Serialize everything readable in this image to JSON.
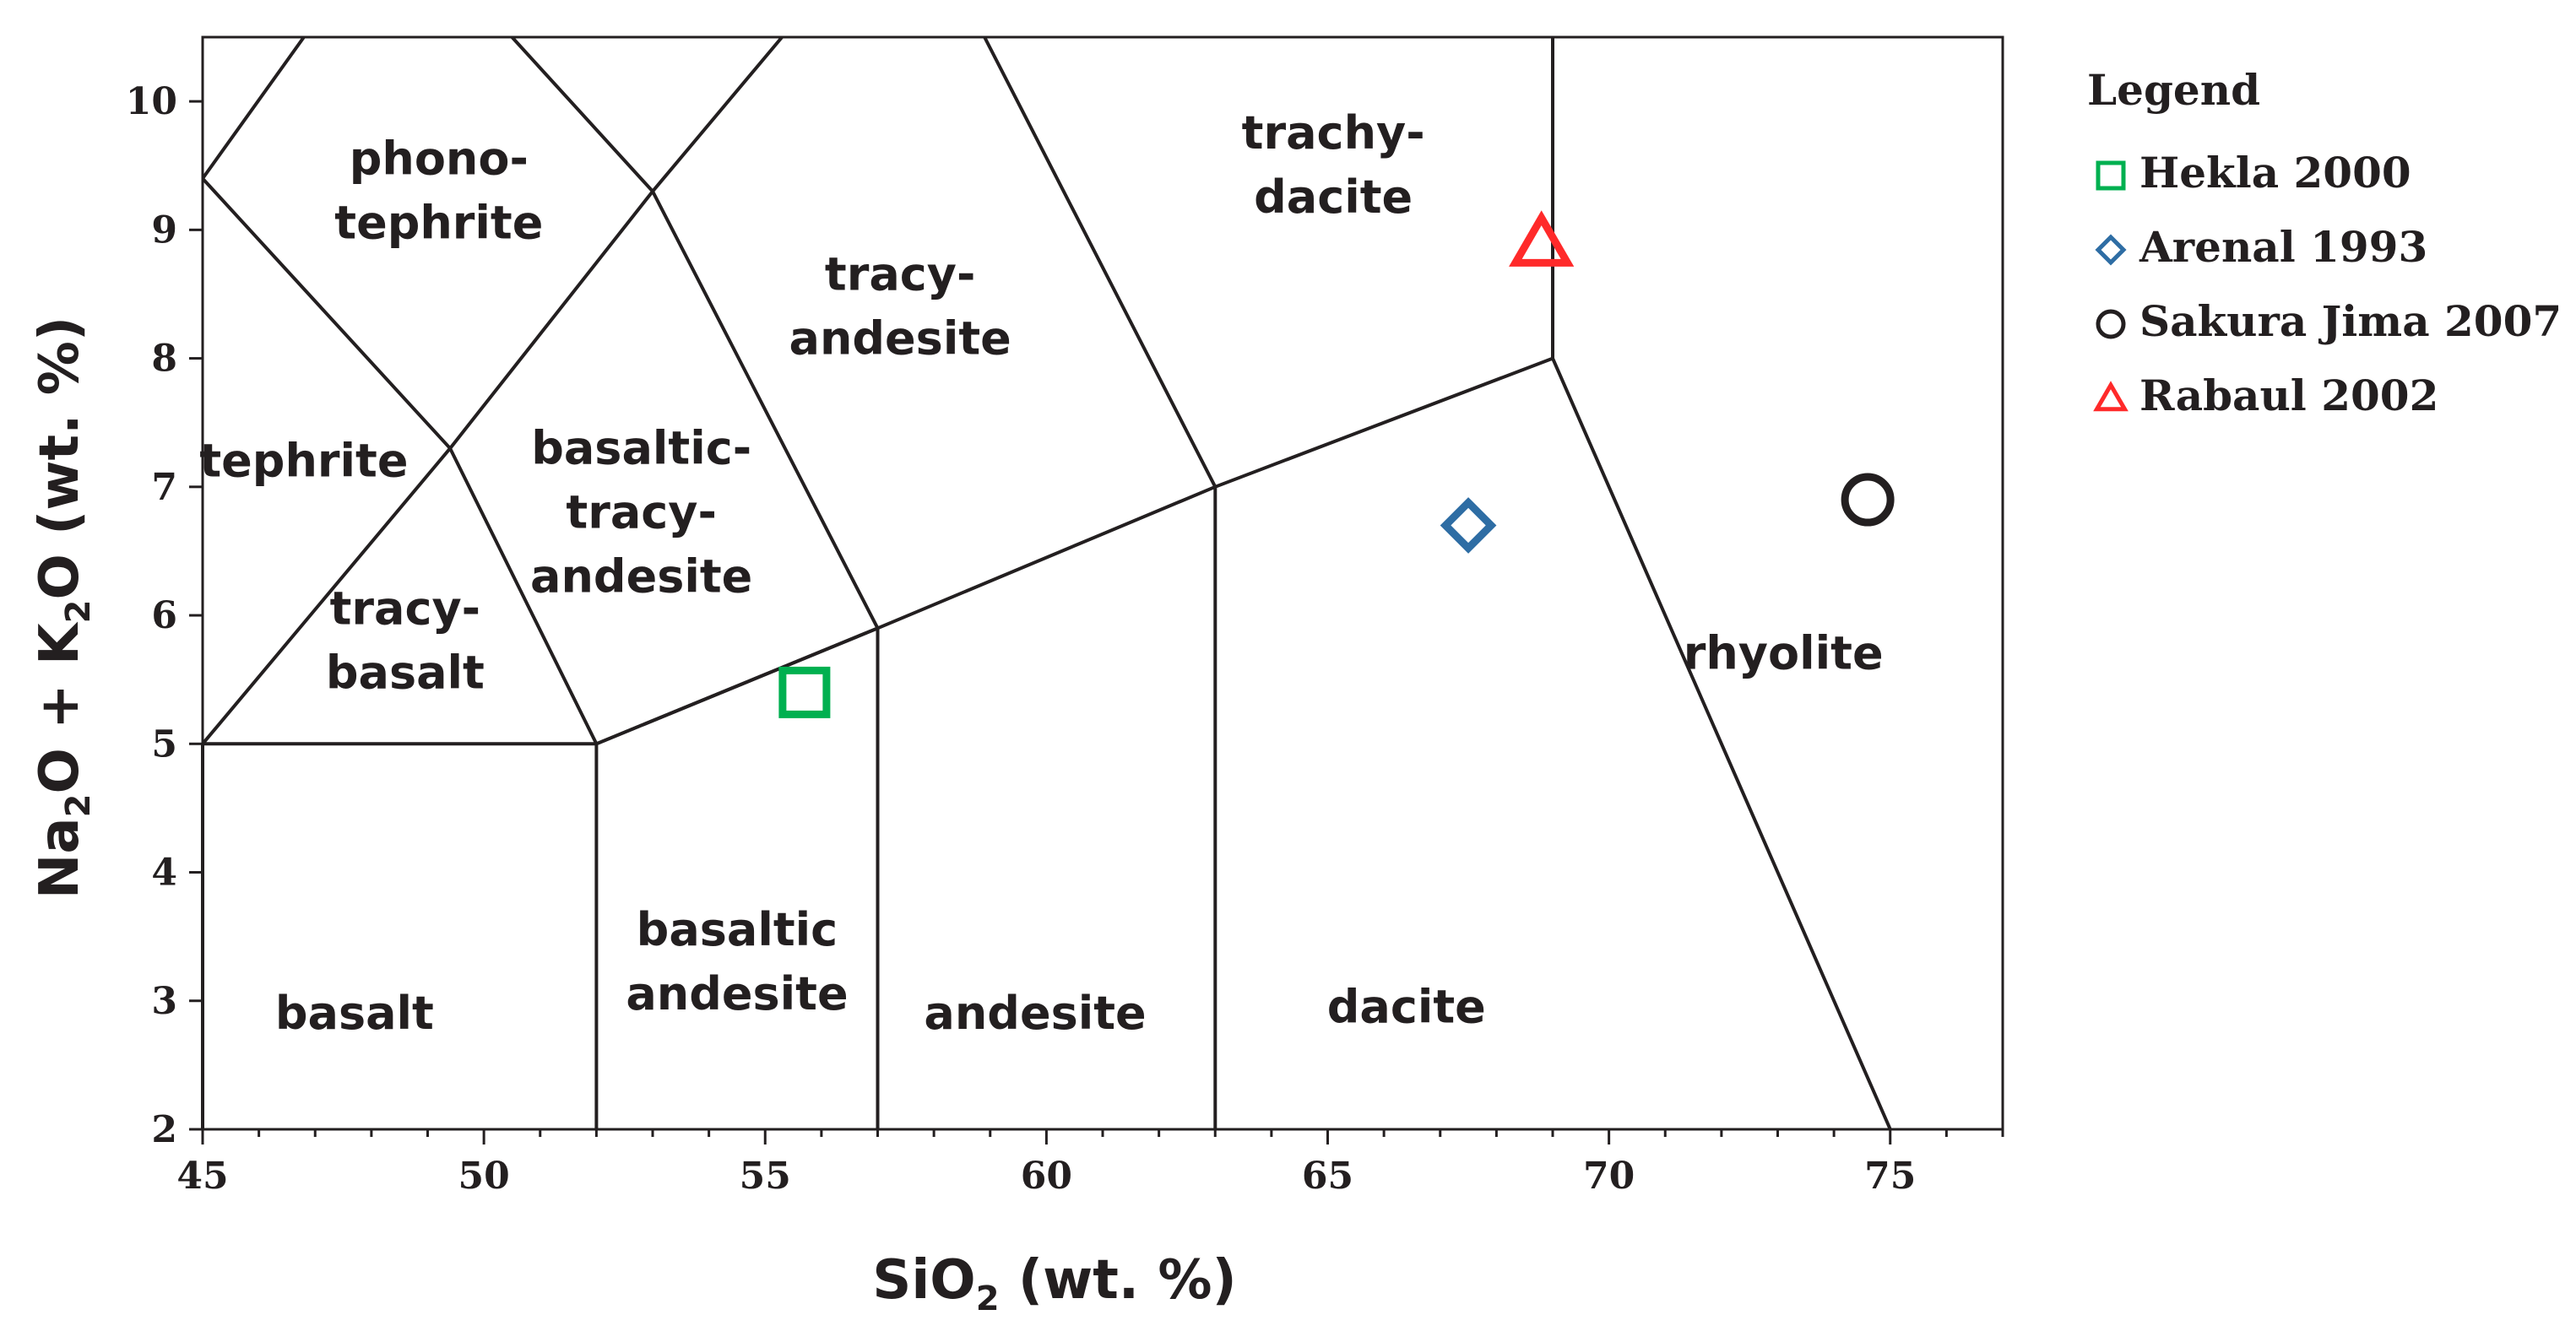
{
  "chart_data": {
    "type": "scatter",
    "xlabel": {
      "main": "SiO",
      "sub": "2",
      "rest": " (wt. %)"
    },
    "ylabel": {
      "p1": "Na",
      "s1": "2",
      "p2": "O + K",
      "s2": "2",
      "p3": "O (wt. %)"
    },
    "xlim": [
      45,
      77
    ],
    "ylim": [
      2,
      10.5
    ],
    "xticks": [
      45,
      50,
      55,
      60,
      65,
      70,
      75
    ],
    "yticks": [
      2,
      3,
      4,
      5,
      6,
      7,
      8,
      9,
      10
    ],
    "grid": false,
    "legend": {
      "title": "Legend",
      "placement": "right"
    },
    "boundaries": [
      [
        [
          45,
          5
        ],
        [
          52,
          5
        ],
        [
          57,
          5.9
        ],
        [
          63,
          7
        ],
        [
          69,
          8
        ]
      ],
      [
        [
          45,
          2
        ],
        [
          45,
          5
        ]
      ],
      [
        [
          52,
          2
        ],
        [
          52,
          5
        ]
      ],
      [
        [
          57,
          2
        ],
        [
          57,
          5.9
        ]
      ],
      [
        [
          63,
          2
        ],
        [
          63,
          7
        ]
      ],
      [
        [
          69,
          8
        ],
        [
          75,
          2
        ]
      ],
      [
        [
          69,
          8
        ],
        [
          69,
          10.5
        ]
      ],
      [
        [
          45,
          5
        ],
        [
          49.4,
          7.3
        ]
      ],
      [
        [
          49.4,
          7.3
        ],
        [
          52,
          5
        ]
      ],
      [
        [
          49.4,
          7.3
        ],
        [
          53,
          9.3
        ]
      ],
      [
        [
          52,
          5
        ],
        [
          57,
          5.9
        ]
      ],
      [
        [
          45,
          9.4
        ],
        [
          49.4,
          7.3
        ]
      ],
      [
        [
          45,
          9.4
        ],
        [
          46.8,
          10.5
        ]
      ],
      [
        [
          50.5,
          10.5
        ],
        [
          53,
          9.3
        ]
      ],
      [
        [
          53,
          9.3
        ],
        [
          57,
          5.9
        ]
      ],
      [
        [
          53,
          9.3
        ],
        [
          55.3,
          10.5
        ]
      ],
      [
        [
          58.9,
          10.5
        ],
        [
          63,
          7
        ]
      ]
    ],
    "fields": [
      {
        "name": "phono-tephrite",
        "lines": [
          "phono-",
          "tephrite"
        ],
        "x": 49.2,
        "y": 9.3
      },
      {
        "name": "tephrite",
        "lines": [
          "tephrite"
        ],
        "x": 46.8,
        "y": 7.2
      },
      {
        "name": "tracy-basalt",
        "lines": [
          "tracy-",
          "basalt"
        ],
        "x": 48.6,
        "y": 5.8
      },
      {
        "name": "basaltic-tracy-andesite",
        "lines": [
          "basaltic-",
          "tracy-",
          "andesite"
        ],
        "x": 52.8,
        "y": 6.8
      },
      {
        "name": "tracy-andesite",
        "lines": [
          "tracy-",
          "andesite"
        ],
        "x": 57.4,
        "y": 8.4
      },
      {
        "name": "trachy-dacite",
        "lines": [
          "trachy-",
          "dacite"
        ],
        "x": 65.1,
        "y": 9.5
      },
      {
        "name": "rhyolite",
        "lines": [
          "rhyolite"
        ],
        "x": 73.1,
        "y": 5.7
      },
      {
        "name": "basalt",
        "lines": [
          "basalt"
        ],
        "x": 47.7,
        "y": 2.9
      },
      {
        "name": "basaltic-andesite",
        "lines": [
          "basaltic",
          "andesite"
        ],
        "x": 54.5,
        "y": 3.3
      },
      {
        "name": "andesite",
        "lines": [
          "andesite"
        ],
        "x": 59.8,
        "y": 2.9
      },
      {
        "name": "dacite",
        "lines": [
          "dacite"
        ],
        "x": 66.4,
        "y": 2.95
      }
    ],
    "series": [
      {
        "name": "Hekla 2000",
        "marker": "square",
        "color": "#00b050",
        "x": 55.7,
        "y": 5.4
      },
      {
        "name": "Arenal 1993",
        "marker": "diamond",
        "color": "#2e6da4",
        "x": 67.5,
        "y": 6.7
      },
      {
        "name": "Sakura Jima 2007",
        "marker": "circle",
        "color": "#231f20",
        "x": 74.6,
        "y": 6.9
      },
      {
        "name": "Rabaul 2002",
        "marker": "triangle",
        "color": "#ff2a2a",
        "x": 68.8,
        "y": 8.9
      }
    ]
  }
}
